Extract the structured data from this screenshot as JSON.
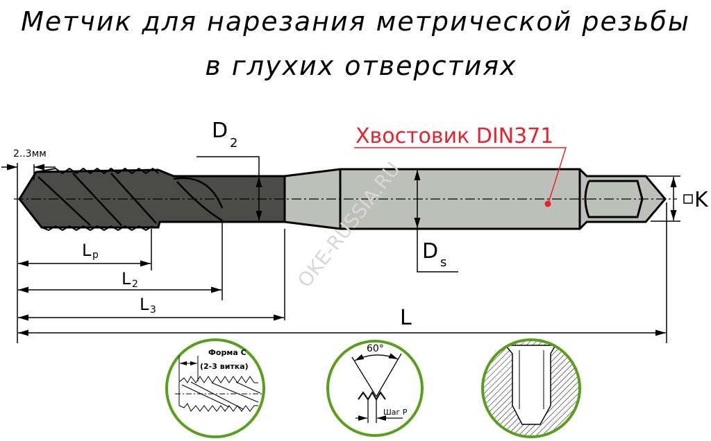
{
  "title": {
    "line1": "Метчик для нарезания метрической резьбы",
    "line2": "в глухих отверстиях"
  },
  "labels": {
    "chamfer": "2..3мм",
    "d2_main": "D",
    "d2_sub": "2",
    "ds_main": "D",
    "ds_sub": "s",
    "lp_main": "L",
    "lp_sub": "p",
    "l2_main": "L",
    "l2_sub": "2",
    "l3_main": "L",
    "l3_sub": "3",
    "l": "L",
    "k": "K",
    "shank": "Хвостовик DIN371"
  },
  "details": {
    "form_title": "Форма С",
    "form_turns": "(2-3 витка)",
    "angle": "60°",
    "pitch": "Шаг Р"
  },
  "watermark": "OKE-RUSSIA.RU",
  "colors": {
    "accent_red": "#e8222a",
    "circle_green": "#5a9e1e",
    "dark_steel": "#4b4c49",
    "light_steel": "#bdbfb9"
  }
}
